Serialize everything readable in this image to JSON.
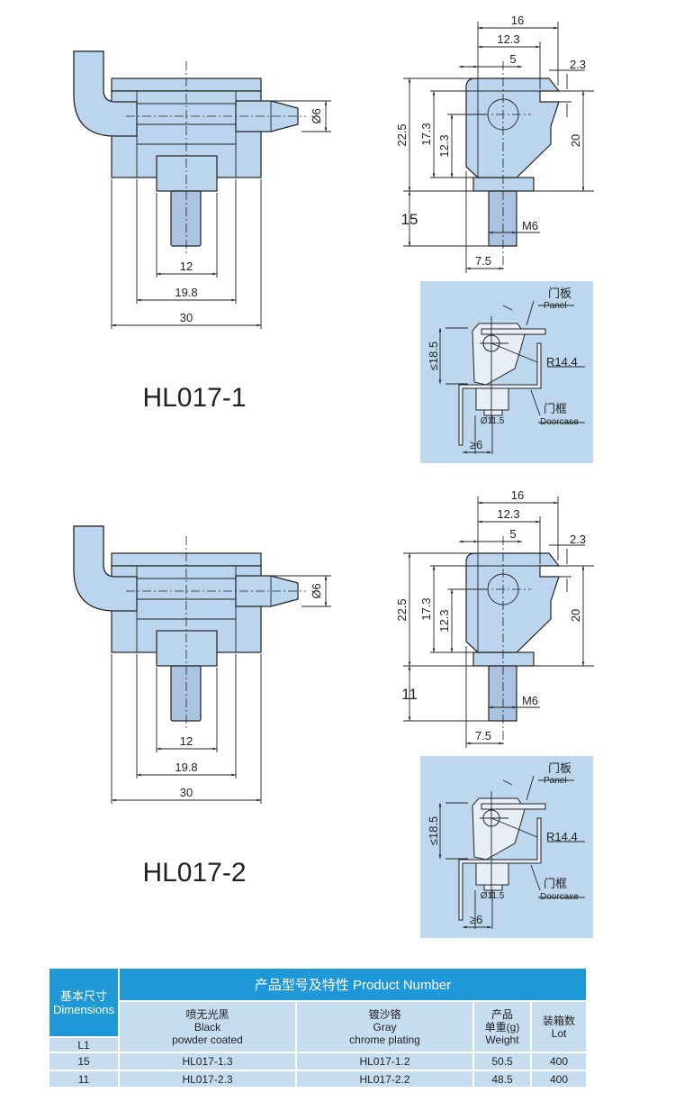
{
  "products": [
    {
      "model": "HL017-1",
      "front_dims": {
        "d12": "12",
        "d19_8": "19.8",
        "d30": "30",
        "pin_dia": "Ø6"
      },
      "side_dims": {
        "w16": "16",
        "w12_3": "12.3",
        "w5": "5",
        "h2_3": "2.3",
        "h22_5": "22.5",
        "h17_3": "17.3",
        "h12_3": "12.3",
        "h20": "20",
        "L1": "15",
        "thread": "M6",
        "w7_5": "7.5"
      }
    },
    {
      "model": "HL017-2",
      "front_dims": {
        "d12": "12",
        "d19_8": "19.8",
        "d30": "30",
        "pin_dia": "Ø6"
      },
      "side_dims": {
        "w16": "16",
        "w12_3": "12.3",
        "w5": "5",
        "h2_3": "2.3",
        "h22_5": "22.5",
        "h17_3": "17.3",
        "h12_3": "12.3",
        "h20": "20",
        "L1": "11",
        "thread": "M6",
        "w7_5": "7.5"
      }
    }
  ],
  "install": {
    "panel_cn": "门板",
    "panel_en": "Panel",
    "radius": "R14.4",
    "frame_cn": "门框",
    "frame_en": "Doorcase",
    "max_height": "≤18.5",
    "nut_dia": "Ø11.5",
    "min_offset": "≥6"
  },
  "table": {
    "dimensions_cn": "基本尺寸",
    "dimensions_en": "Dimensions",
    "product_number": "产品型号及特性 Product Number",
    "black_cn": "喷无光黑",
    "black_en": "Black",
    "black_en2": "powder coated",
    "gray_cn": "镀沙铬",
    "gray_en": "Gray",
    "gray_en2": "chrome plating",
    "weight_cn1": "产品",
    "weight_cn2": "单重(g)",
    "weight_en": "Weight",
    "lot_cn": "装箱数",
    "lot_en": "Lot",
    "l1": "L1",
    "rows": [
      {
        "l1": "15",
        "black": "HL017-1.3",
        "gray": "HL017-1.2",
        "weight": "50.5",
        "lot": "400"
      },
      {
        "l1": "11",
        "black": "HL017-2.3",
        "gray": "HL017-2.2",
        "weight": "48.5",
        "lot": "400"
      }
    ]
  },
  "colors": {
    "part_fill": "#bcd5ee",
    "panel_bg": "#bcd7ee",
    "table_header": "#1e98d6",
    "table_row": "#c6ddf0"
  }
}
